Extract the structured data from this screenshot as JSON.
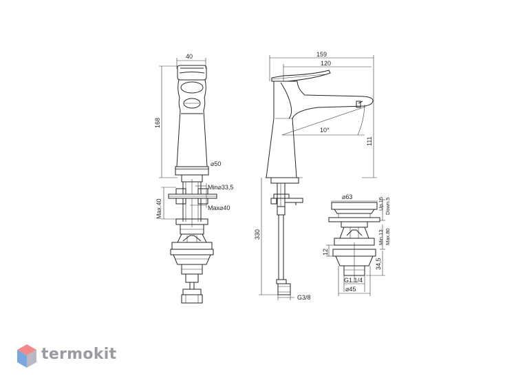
{
  "front_view": {
    "width": "40",
    "height": "168",
    "base_diameter": "⌀50",
    "min_hole": "Min⌀33,5",
    "max_hole": "Max⌀40",
    "max_thickness": "Max.40"
  },
  "side_view": {
    "overall_length": "159",
    "spout_reach": "120",
    "angle": "10°",
    "spout_height": "111",
    "hose_length": "330",
    "hose_thread": "G3/8"
  },
  "waste_view": {
    "cap_diameter": "⌀63",
    "up": "Up.15",
    "down": "Down.5",
    "min": "Min.13",
    "max": "Max.80",
    "top_height": "12",
    "body_height": "34,5",
    "thread": "G1.1/4",
    "outlet_diameter": "⌀45"
  },
  "logo": {
    "text": "termokit",
    "colors": {
      "top": "#f08a8a",
      "left": "#7aa7e0",
      "right": "#b9b9c4",
      "text": "#9a9aa0"
    }
  }
}
